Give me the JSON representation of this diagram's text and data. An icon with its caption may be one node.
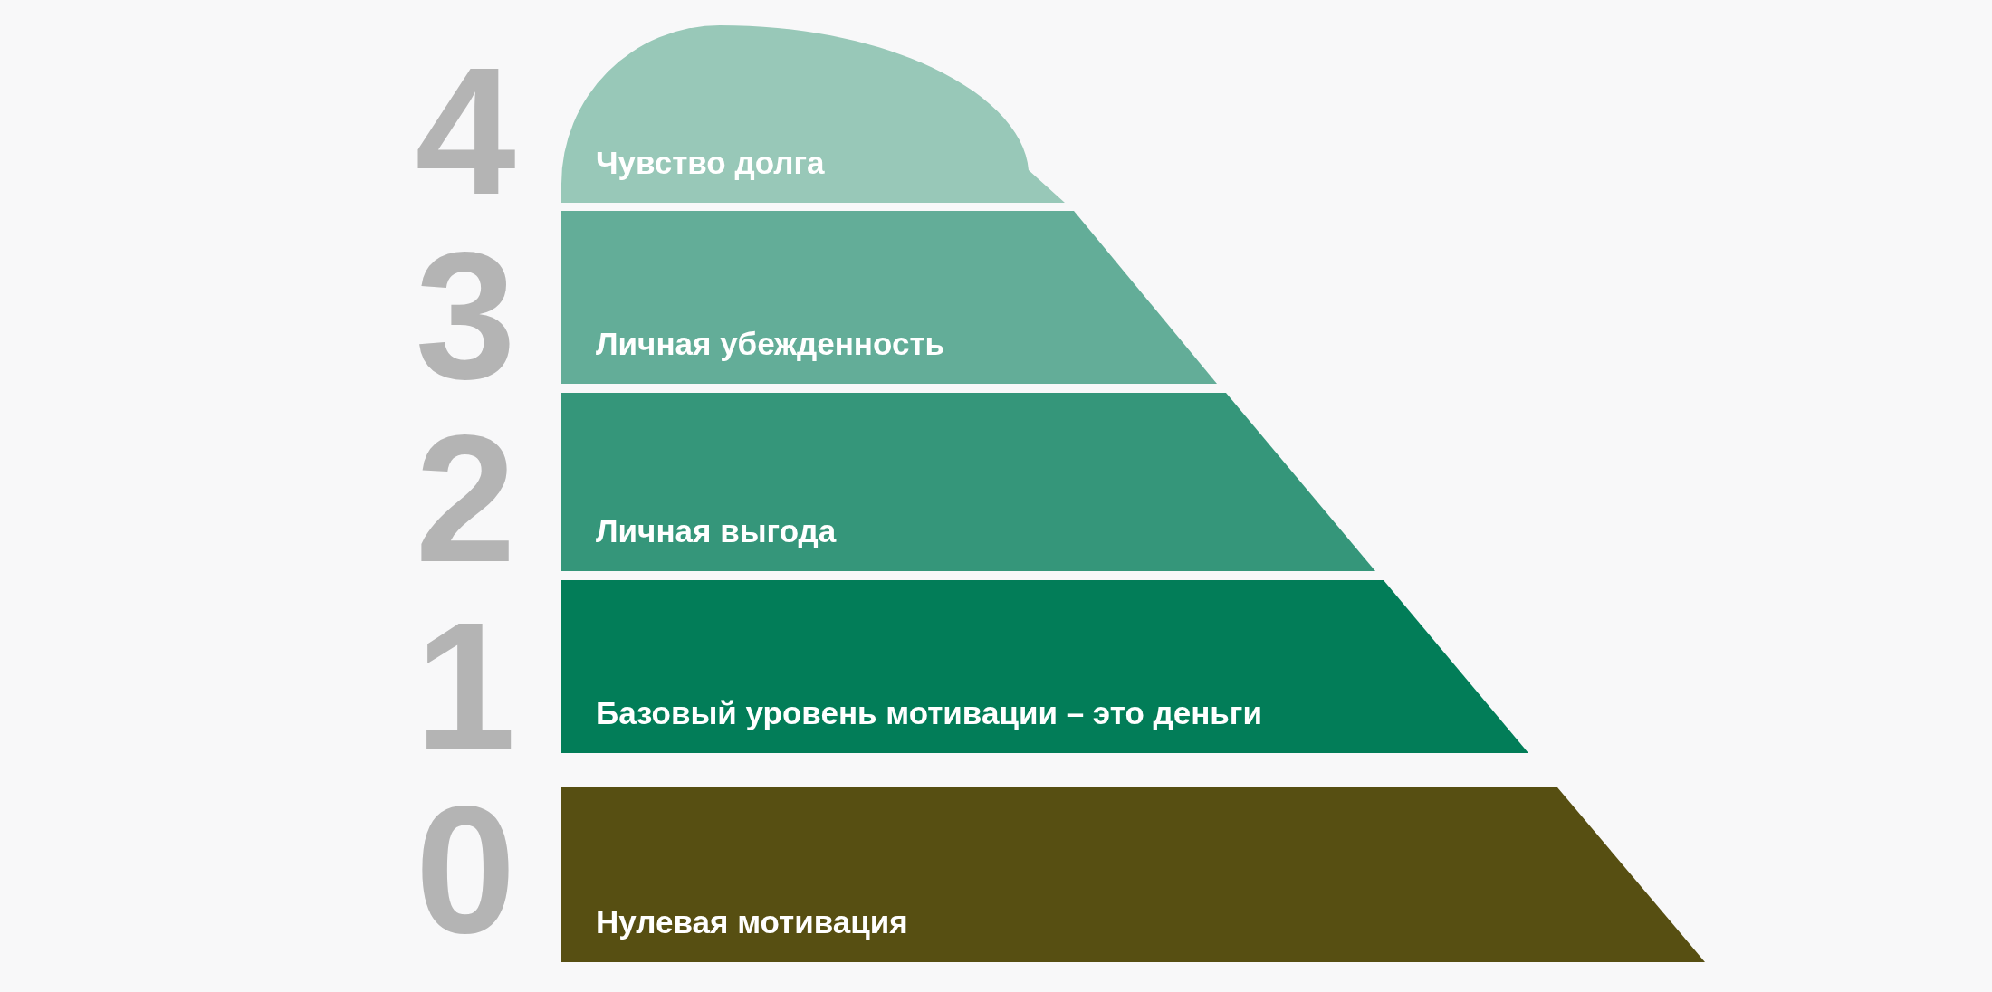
{
  "diagram": {
    "nodes": [
      {
        "text": [
          "Чувство долга"
        ],
        "beside": [
          "4"
        ]
      },
      {
        "text": [
          "Личная убежденность"
        ],
        "beside": [
          "3"
        ]
      },
      {
        "text": [
          "Личная выгода"
        ],
        "beside": [
          "2"
        ]
      },
      {
        "text": [
          "Базовый уровень мотивации – это деньги"
        ],
        "beside": [
          "1"
        ]
      },
      {
        "text": [
          "Нулевая мотивация"
        ],
        "beside": [
          "0"
        ]
      }
    ]
  }
}
